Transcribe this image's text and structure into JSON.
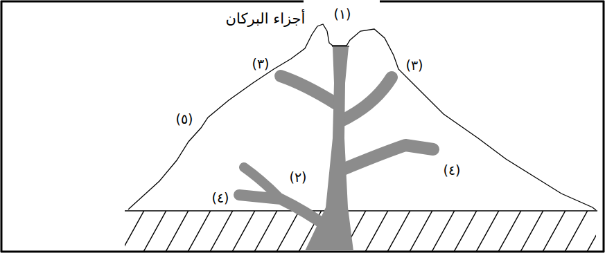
{
  "diagram": {
    "title": "أجزاء البركان",
    "labels": [
      "(١)",
      "(٣)",
      "(٣)",
      "(٥)",
      "(٢)",
      "(٤)",
      "(٤)"
    ]
  }
}
